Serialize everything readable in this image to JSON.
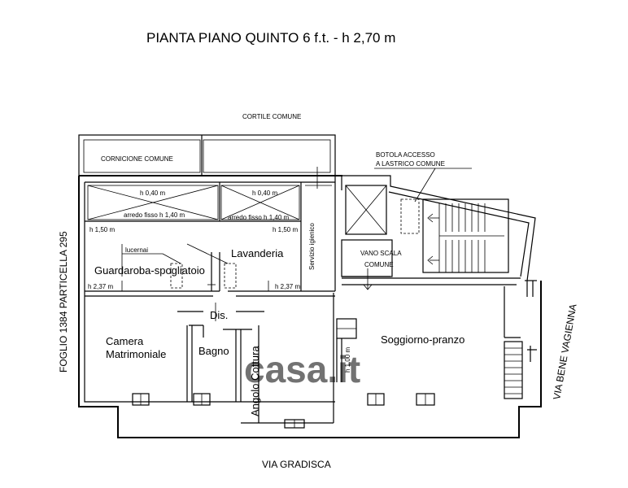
{
  "title": "PIANTA PIANO QUINTO 6 f.t. - h 2,70 m",
  "labels": {
    "cortile": "CORTILE COMUNE",
    "cornicione": "CORNICIONE COMUNE",
    "botola_line1": "BOTOLA ACCESSO",
    "botola_line2": "A LASTRICO COMUNE",
    "h040_left": "h 0,40 m",
    "h040_right": "h 0,40 m",
    "arredo_left": "arredo fisso h 1,40 m",
    "arredo_right": "arredo fisso h 1,40 m",
    "h150_left": "h 1,50 m",
    "h150_right": "h 1,50 m",
    "lucernai": "lucernai",
    "h237_left": "h 2,37 m",
    "h237_right": "h 2,37 m",
    "servizio": "Servizio igienico",
    "vano_line1": "VANO SCALA",
    "vano_line2": "COMUNE",
    "h100": "h 1,00 m"
  },
  "rooms": {
    "guardaroba": "Guardaroba-spogliatoio",
    "lavanderia": "Lavanderia",
    "dis": "Dis.",
    "camera_line1": "Camera",
    "camera_line2": "Matrimoniale",
    "bagno": "Bagno",
    "angolo": "Angolo Cottura",
    "soggiorno": "Soggiorno-pranzo"
  },
  "streets": {
    "left": "FOGLIO 1384 PARTICELLA 295",
    "bottom": "VIA GRADISCA",
    "right": "VIA BENE VAGIENNA"
  },
  "watermark": "casa.it"
}
